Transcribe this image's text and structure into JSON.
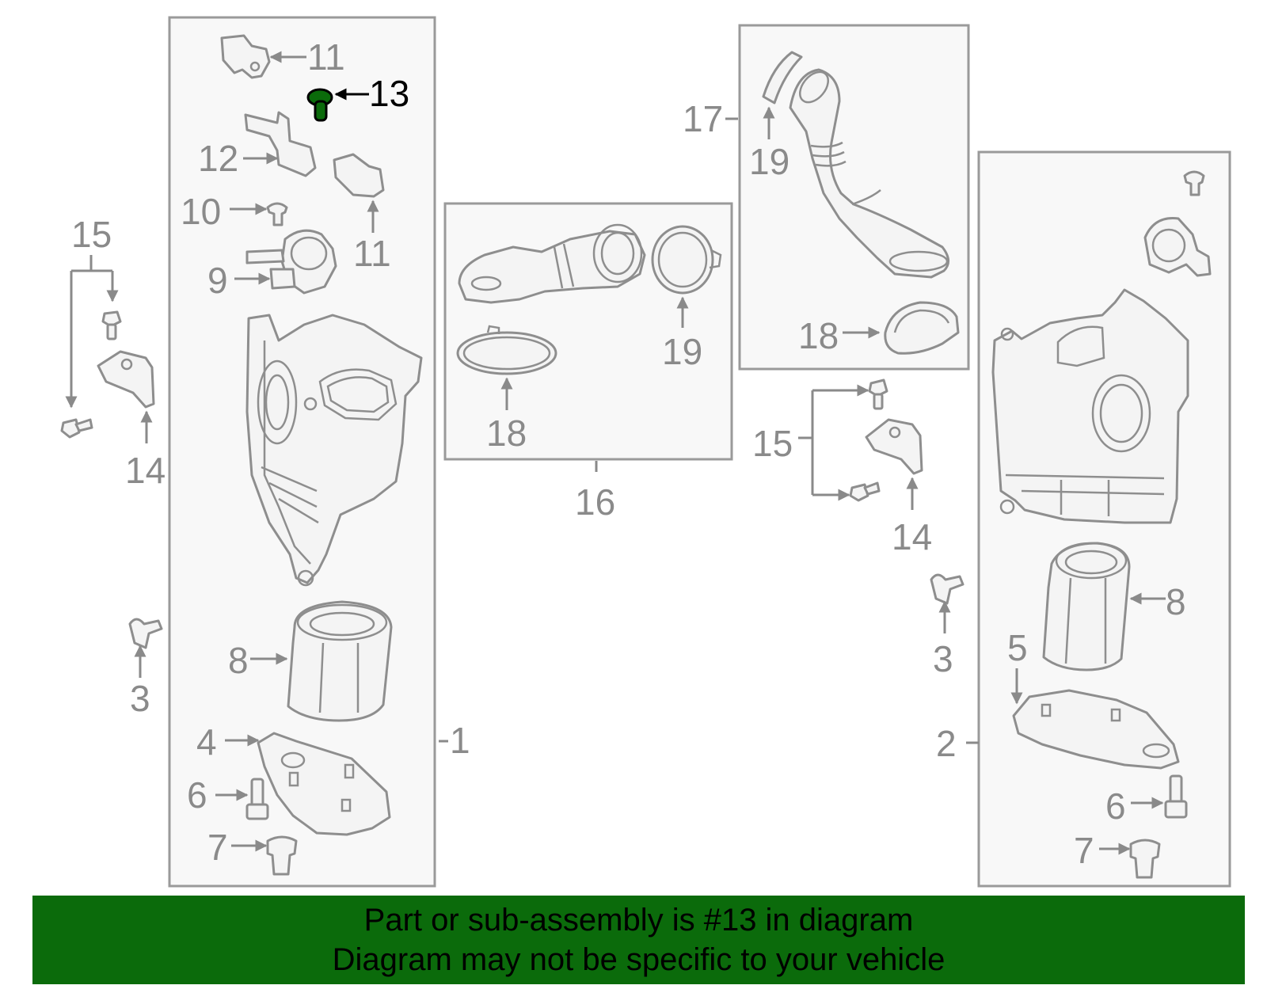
{
  "diagram": {
    "highlight_part": "13",
    "highlight_color": "#0b6b0b",
    "labels": {
      "l11a": "11",
      "l13": "13",
      "l12": "12",
      "l11b": "11",
      "l10": "10",
      "l9": "9",
      "l15a": "15",
      "l14a": "14",
      "l8a": "8",
      "l3a": "3",
      "l4": "4",
      "l6a": "6",
      "l7a": "7",
      "l1": "1",
      "l16": "16",
      "l18a": "18",
      "l19a": "19",
      "l17": "17",
      "l19b": "19",
      "l18b": "18",
      "l15b": "15",
      "l14b": "14",
      "l3b": "3",
      "l8b": "8",
      "l5": "5",
      "l2": "2",
      "l6b": "6",
      "l7b": "7"
    }
  },
  "banner": {
    "line1": "Part or sub-assembly is #13 in diagram",
    "line2": "Diagram may not be specific to your vehicle",
    "background": "#0b6b0b"
  }
}
